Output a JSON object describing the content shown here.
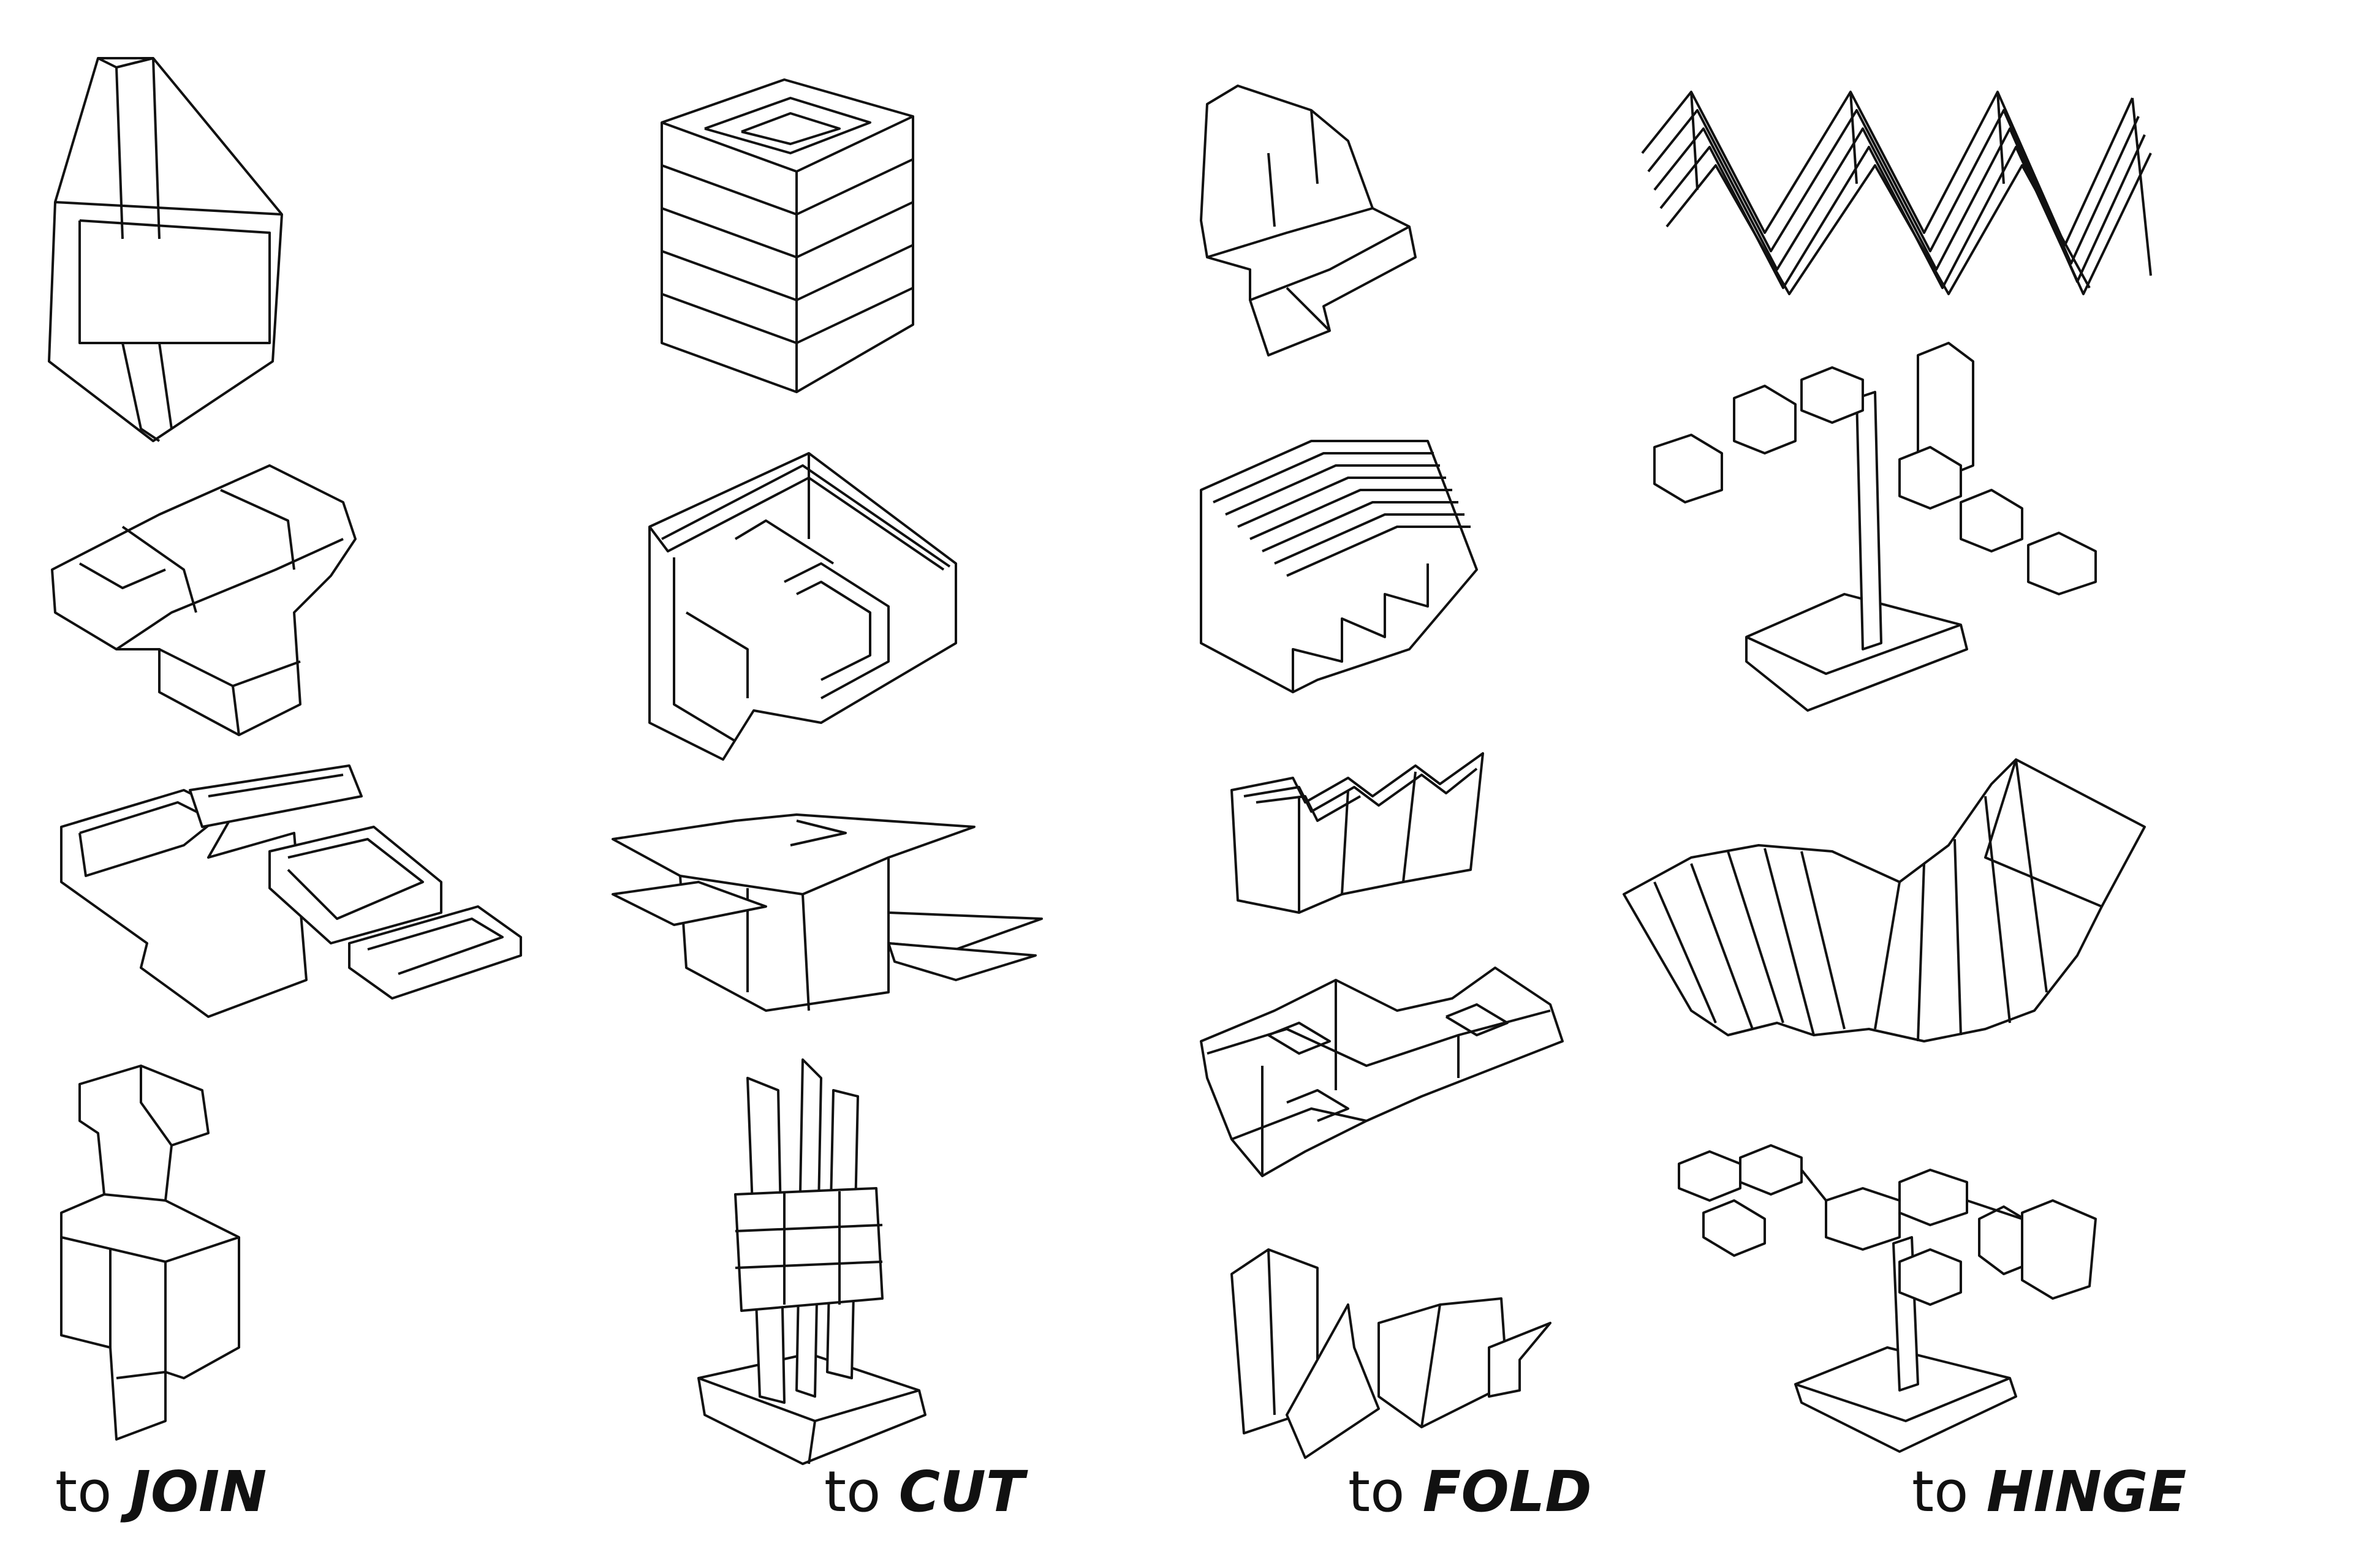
{
  "ink_color": "#111111",
  "background_color": "#ffffff",
  "columns": [
    {
      "prefix": "to",
      "verb": "JOIN",
      "models": [
        "twisted-bar-polyhedron",
        "interlocking-blocks",
        "nested-frame-plates",
        "stacked-cubes-column"
      ]
    },
    {
      "prefix": "to",
      "verb": "CUT",
      "models": [
        "sliced-square-frame-tower",
        "layered-spiral-block",
        "cube-with-protruding-planes",
        "slab-column-on-base"
      ]
    },
    {
      "prefix": "to",
      "verb": "FOLD",
      "models": [
        "folded-cross-blocks",
        "dense-pleated-block",
        "zigzag-accordion-strip",
        "folded-grid-trays",
        "folded-prism-panels"
      ]
    },
    {
      "prefix": "to",
      "verb": "HINGE",
      "models": [
        "zigzag-hinged-layers",
        "hinged-cubes-on-stand",
        "fanned-hinged-panels",
        "hinged-branches-on-stand"
      ]
    }
  ]
}
